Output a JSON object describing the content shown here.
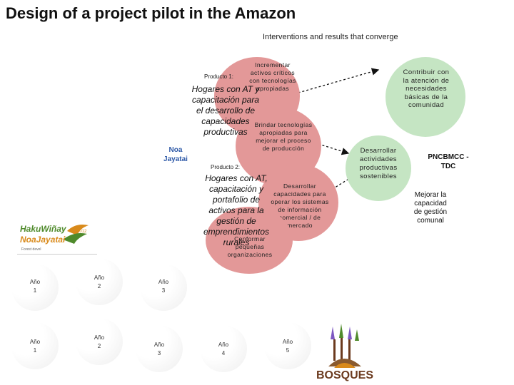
{
  "header": {
    "title": "Design of a project pilot in the Amazon",
    "subtitle": "Interventions and results that converge"
  },
  "left": {
    "program_label": "Noa Jayatai",
    "logo_line1": "HakuWiñay",
    "logo_line2": "NoaJayatai",
    "logo_year": "2012",
    "logo_small": "Forest devel"
  },
  "products": [
    {
      "label": "Producto 1:",
      "text": "Hogares con AT y capacitación para el desarrollo de capacidades productivas"
    },
    {
      "label": "Producto 2:",
      "text": "Hogares con AT, capacitación y portafolio de activos para la gestión de emprendimientos rurales"
    }
  ],
  "pink_circles": [
    {
      "text": "Incrementar activos críticos con tecnologías apropiadas"
    },
    {
      "text": "Brindar tecnologías apropiadas para mejorar el proceso de producción"
    },
    {
      "text": "Desarrollar capacidades para operar los sistemas de información comercial / de mercado"
    },
    {
      "text": "Conformar pequeñas organizaciones"
    }
  ],
  "green_circles": [
    {
      "text": "Contribuir con la atención de necesidades básicas de la comunidad"
    },
    {
      "text": "Desarrollar actividades productivas sostenibles"
    }
  ],
  "right": {
    "program": "PNCBMCC - TDC",
    "outcome": "Mejorar la capacidad de gestión comunal"
  },
  "timeline_top": [
    {
      "word": "Año",
      "num": "1"
    },
    {
      "word": "Año",
      "num": "2"
    },
    {
      "word": "Año",
      "num": "3"
    }
  ],
  "timeline_bottom": [
    {
      "word": "Año",
      "num": "1"
    },
    {
      "word": "Año",
      "num": "2"
    },
    {
      "word": "Año",
      "num": "3"
    },
    {
      "word": "Año",
      "num": "4"
    },
    {
      "word": "Año",
      "num": "5"
    }
  ],
  "bosques_logo": "BOSQUES",
  "colors": {
    "pink": "#e39898",
    "green": "#c5e5c3",
    "program_blue": "#2f5aa8",
    "logo_green": "#4f8a2b",
    "logo_orange": "#d98a1b",
    "bosques_brown": "#6b3a1e"
  }
}
